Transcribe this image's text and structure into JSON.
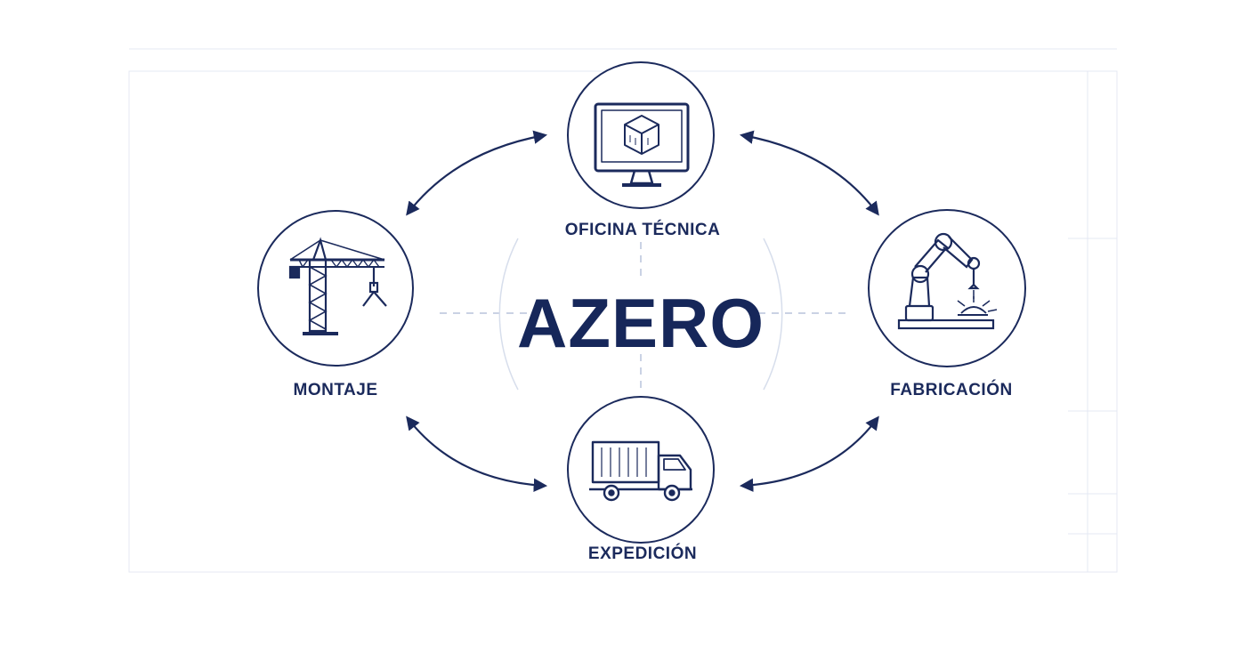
{
  "center": {
    "title": "AZERO"
  },
  "nodes": {
    "top": {
      "label": "OFICINA TÉCNICA",
      "icon": "computer-monitor-cube-icon"
    },
    "right": {
      "label": "FABRICACIÓN",
      "icon": "robotic-arm-welding-icon"
    },
    "bottom": {
      "label": "EXPEDICIÓN",
      "icon": "delivery-truck-icon"
    },
    "left": {
      "label": "MONTAJE",
      "icon": "tower-crane-icon"
    }
  },
  "colors": {
    "ink": "#1b2a5c",
    "grid": "#dfe6f2",
    "guide": "#b9c3dc",
    "background": "#ffffff"
  }
}
